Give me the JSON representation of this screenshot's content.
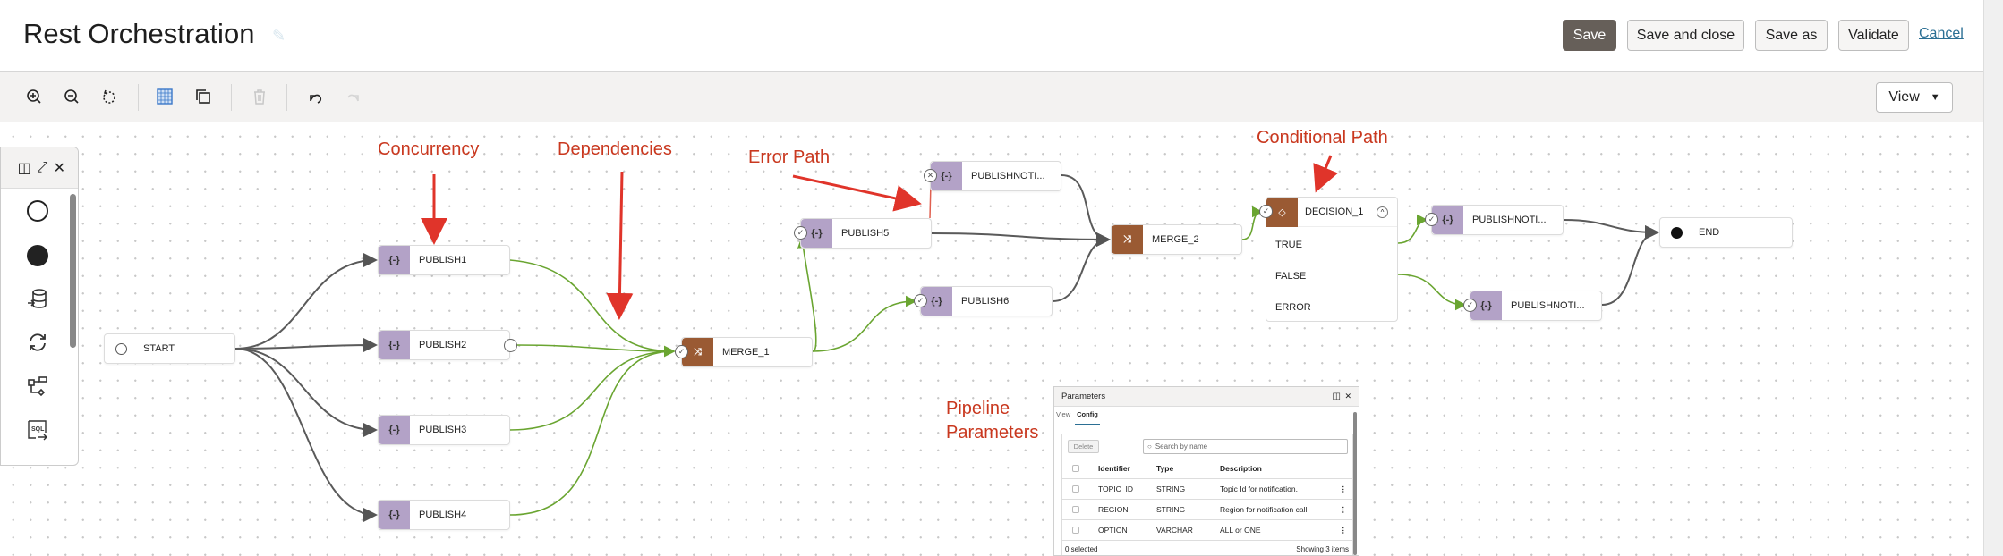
{
  "header": {
    "title": "Rest Orchestration",
    "edit_icon": "pencil-icon",
    "buttons": {
      "save": "Save",
      "save_and_close": "Save and close",
      "save_as": "Save as",
      "validate": "Validate",
      "cancel": "Cancel"
    }
  },
  "toolbar": {
    "icons": [
      "zoom-in-icon",
      "zoom-out-icon",
      "reset-zoom-icon",
      "grid-icon",
      "copy-icon",
      "delete-icon",
      "undo-icon",
      "redo-icon"
    ],
    "view_label": "View"
  },
  "palette": {
    "header_icons": [
      "dock-panel-icon",
      "expand-icon",
      "close-icon"
    ],
    "items": [
      "start-circle-icon",
      "end-circle-icon",
      "data-loader-icon",
      "refresh-icon",
      "decision-icon",
      "sql-task-icon"
    ]
  },
  "nodes": {
    "start": "START",
    "publish1": "PUBLISH1",
    "publish2": "PUBLISH2",
    "publish3": "PUBLISH3",
    "publish4": "PUBLISH4",
    "merge1": "MERGE_1",
    "publish5": "PUBLISH5",
    "publishnoti_error": "PUBLISHNOTI...",
    "publish6": "PUBLISH6",
    "merge2": "MERGE_2",
    "decision1": "DECISION_1",
    "decision_branches": [
      "TRUE",
      "FALSE",
      "ERROR"
    ],
    "publishnoti_true": "PUBLISHNOTI...",
    "publishnoti_false": "PUBLISHNOTI...",
    "end": "END"
  },
  "annotations": {
    "concurrency": "Concurrency",
    "dependencies": "Dependencies",
    "error_path": "Error Path",
    "conditional_path": "Conditional Path",
    "pipeline_parameters": "Pipeline Parameters"
  },
  "colors": {
    "success_edge": "#6aa531",
    "error_edge": "#d9534f",
    "edge": "#5a5a5a",
    "task": "#b3a2c7",
    "merge": "#9a5a33",
    "annotation": "#c9381f",
    "save_button": "#665f59"
  },
  "parameters_panel": {
    "title": "Parameters",
    "tabs": [
      "View",
      "Config"
    ],
    "active_tab": "Config",
    "delete_label": "Delete",
    "search_placeholder": "Search by name",
    "columns": [
      "Identifier",
      "Type",
      "Description"
    ],
    "rows": [
      {
        "identifier": "TOPIC_ID",
        "type": "STRING",
        "description": "Topic Id for notification."
      },
      {
        "identifier": "REGION",
        "type": "STRING",
        "description": "Region for notification call."
      },
      {
        "identifier": "OPTION",
        "type": "VARCHAR",
        "description": "ALL or ONE"
      }
    ],
    "selected_text": "0 selected",
    "count_text": "Showing 3 items"
  }
}
